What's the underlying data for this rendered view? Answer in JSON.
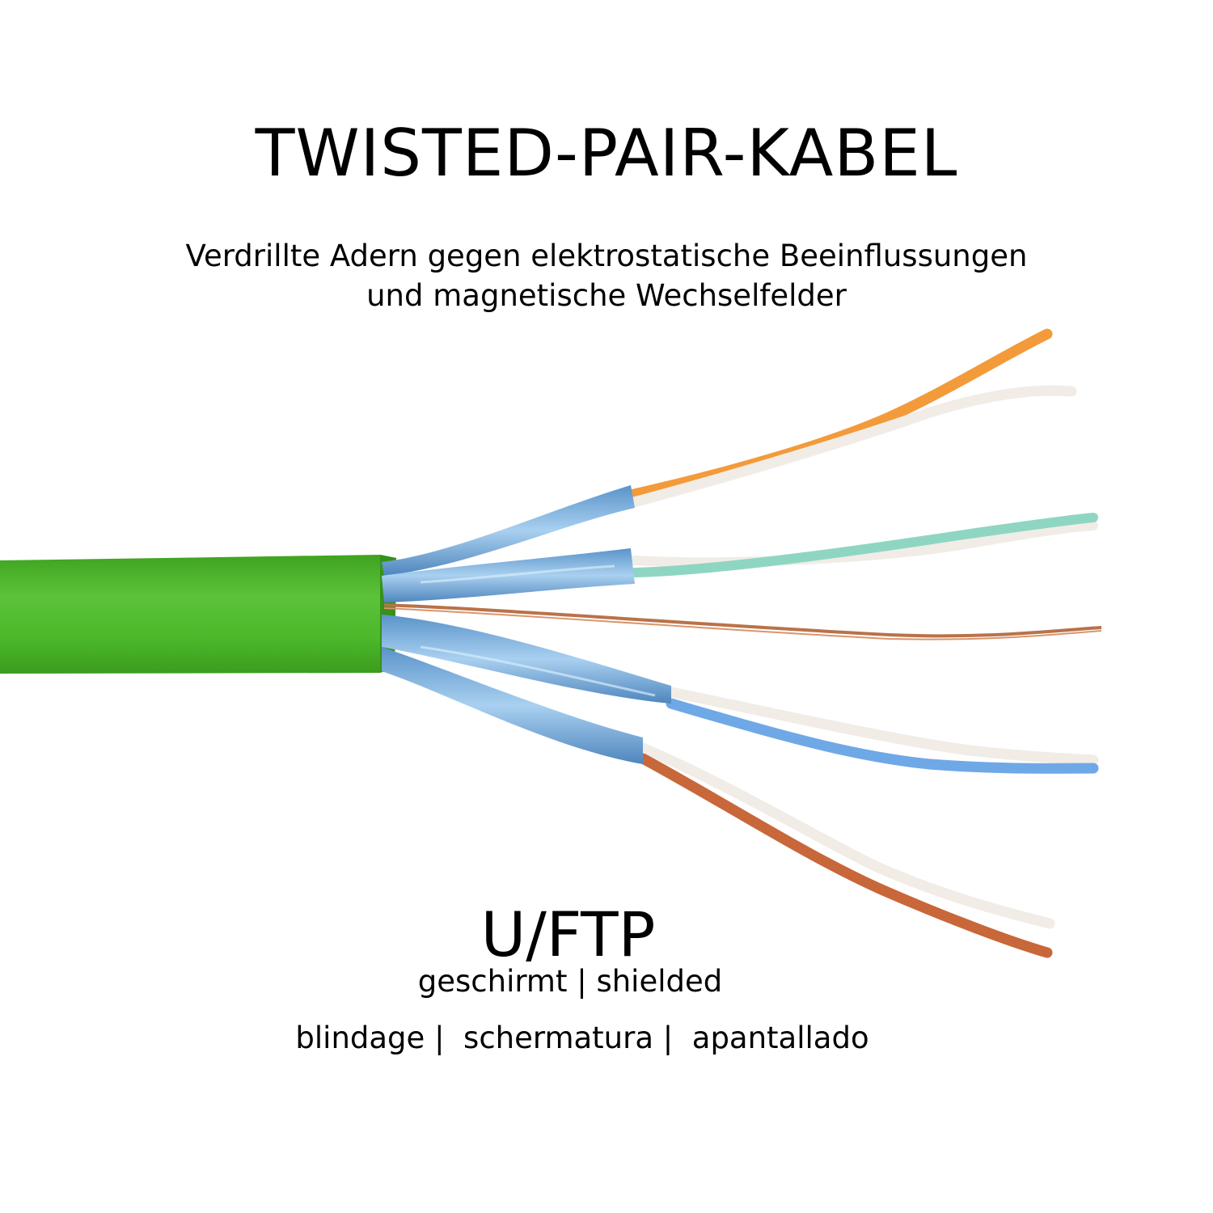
{
  "title": "TWISTED-PAIR-KABEL",
  "subtitle": {
    "line1": "Verdrillte Adern gegen elektrostatische Beeinflussungen",
    "line2": "und magnetische Wechselfelder"
  },
  "shielding": {
    "type": "U/FTP",
    "description": "geschirmt | shielded",
    "translations": "blindage |  schermatura |  apantallado"
  },
  "colors": {
    "jacket": "#4cb82a",
    "foil": "#7ab3e0",
    "orange": "#f39a3a",
    "green": "#8fd6c2",
    "blue": "#6fa8e6",
    "brown": "#c8673a",
    "white": "#f1ece6",
    "drain": "#b9724a"
  }
}
